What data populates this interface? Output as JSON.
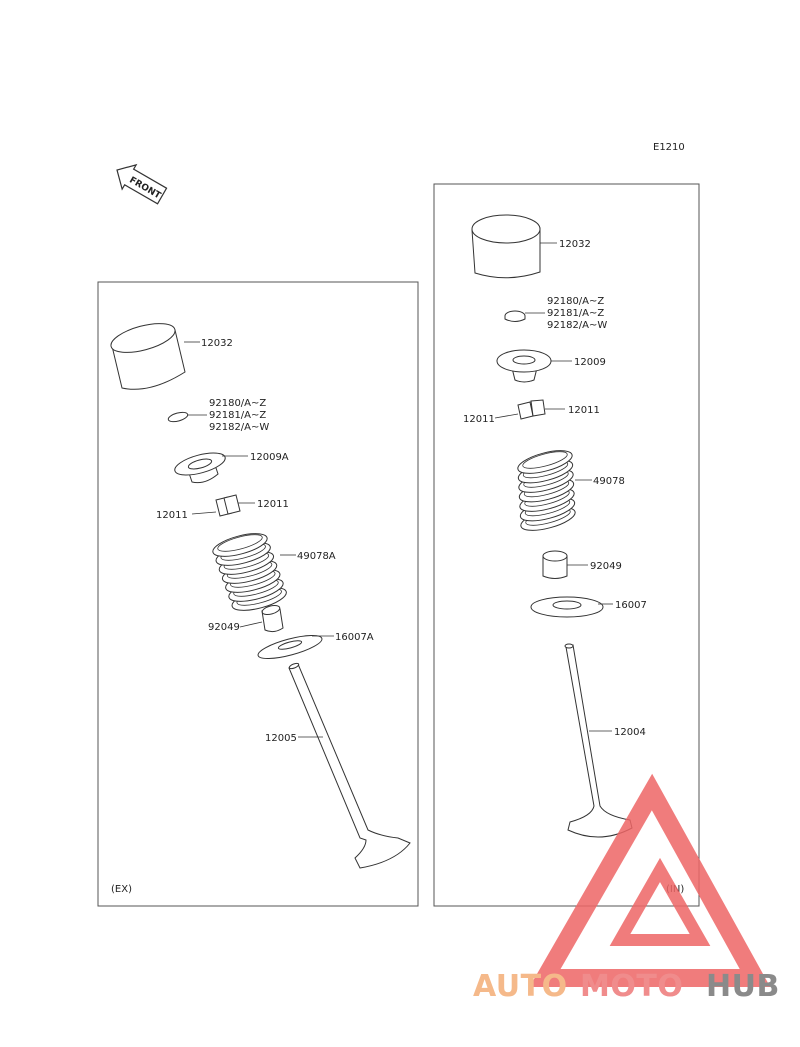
{
  "diagram_code": "E1210",
  "front_label": "FRONT",
  "exhaust": {
    "panel_label": "(EX)",
    "tappet": "12032",
    "shims": [
      "92180/A~Z",
      "92181/A~Z",
      "92182/A~W"
    ],
    "retainer": "12009A",
    "cotter_right": "12011",
    "cotter_left": "12011",
    "spring": "49078A",
    "seal": "92049",
    "seat": "16007A",
    "valve": "12005"
  },
  "intake": {
    "panel_label": "(IN)",
    "tappet": "12032",
    "shims": [
      "92180/A~Z",
      "92181/A~Z",
      "92182/A~W"
    ],
    "retainer": "12009",
    "cotter_left": "12011",
    "cotter_right": "12011",
    "spring": "49078",
    "seal": "92049",
    "seat": "16007",
    "valve": "12004"
  },
  "watermark": {
    "part1": "AUTO",
    "part2": "MOTO",
    "part3": "HUB",
    "colors": {
      "part1": "#f5b98a",
      "part2": "#f08c8c",
      "part3": "#8a8a8a",
      "triangle": "#ee6666"
    }
  }
}
